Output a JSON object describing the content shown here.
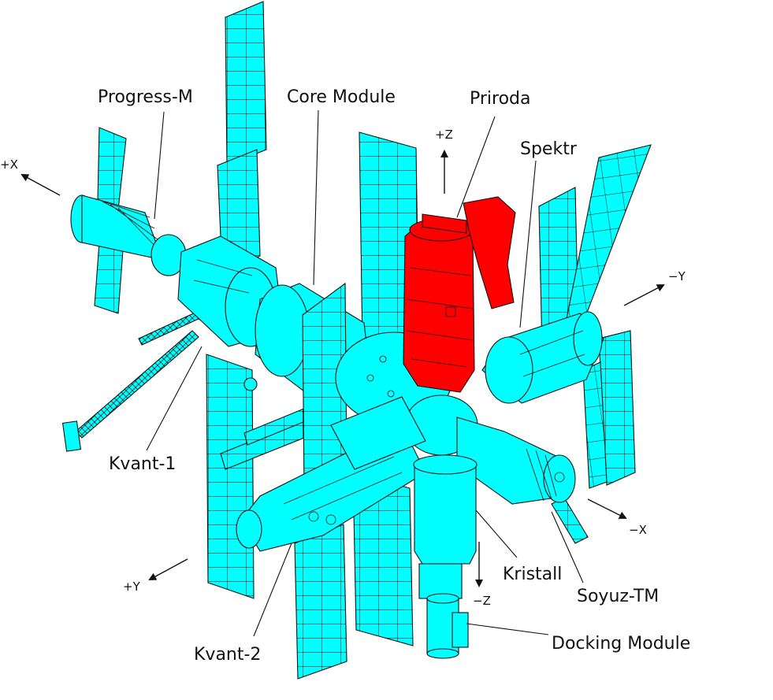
{
  "labels": {
    "progress_m": "Progress-M",
    "core_module": "Core Module",
    "priroda": "Priroda",
    "spektr": "Spektr",
    "kvant_1": "Kvant-1",
    "kvant_2": "Kvant-2",
    "kristall": "Kristall",
    "soyuz_tm": "Soyuz-TM",
    "docking_module": "Docking Module"
  },
  "axes": {
    "plus_x": "+X",
    "minus_x": "−X",
    "plus_y": "+Y",
    "minus_y": "−Y",
    "plus_z": "+Z",
    "minus_z": "−Z"
  },
  "colors": {
    "structure": "#00FFFF",
    "highlight": "#FF0000",
    "outline": "#111111"
  }
}
